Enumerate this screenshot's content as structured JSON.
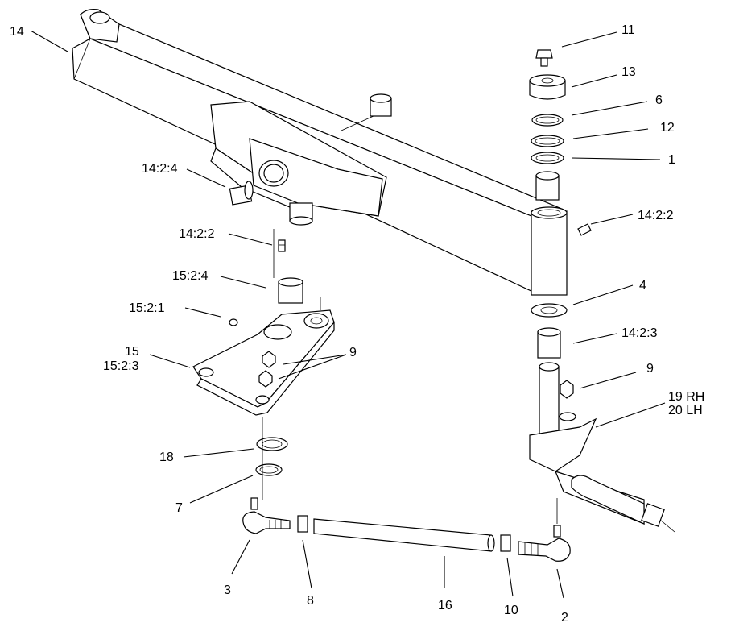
{
  "callouts": {
    "c14": "14",
    "c11": "11",
    "c13": "13",
    "c6": "6",
    "c12": "12",
    "c1": "1",
    "c14_2_4": "14:2:4",
    "c14_2_2_left": "14:2:2",
    "c14_2_2_right": "14:2:2",
    "c4": "4",
    "c15_2_4": "15:2:4",
    "c15_2_1": "15:2:1",
    "c14_2_3": "14:2:3",
    "c15": "15",
    "c15_2_3": "15:2:3",
    "c9_left": "9",
    "c9_right": "9",
    "c19rh": "19 RH",
    "c20lh": "20 LH",
    "c18": "18",
    "c7": "7",
    "c3": "3",
    "c8": "8",
    "c16": "16",
    "c10": "10",
    "c2": "2"
  }
}
